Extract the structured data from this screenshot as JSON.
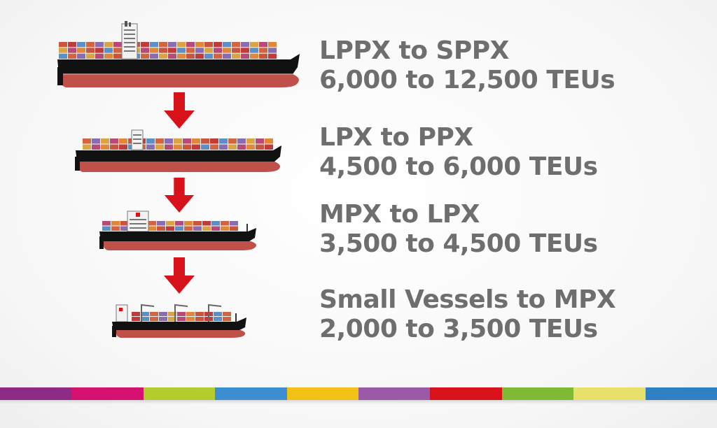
{
  "steps": [
    {
      "class_label": "LPPX to SPPX",
      "capacity_label": "6,000 to 12,500 TEUs",
      "ship_icon": "large-container-ship-icon"
    },
    {
      "class_label": "LPX to PPX",
      "capacity_label": "4,500 to 6,000 TEUs",
      "ship_icon": "container-ship-icon"
    },
    {
      "class_label": "MPX to LPX",
      "capacity_label": "3,500 to 4,500 TEUs",
      "ship_icon": "medium-container-ship-icon"
    },
    {
      "class_label": "Small Vessels to MPX",
      "capacity_label": "2,000 to 3,500 TEUs",
      "ship_icon": "small-geared-container-ship-icon"
    }
  ],
  "arrow_icon": "down-arrow-icon",
  "colors": {
    "text": "#6e6e6e",
    "arrow": "#d8121b",
    "hull_top": "#111111",
    "hull_bottom": "#c0504a",
    "stripe": [
      "#8e2b86",
      "#d3136f",
      "#b5cc2e",
      "#3c8ed0",
      "#f2c116",
      "#9b5aa5",
      "#d8121b",
      "#7fb935",
      "#e7e06a",
      "#2f7fc4"
    ]
  }
}
